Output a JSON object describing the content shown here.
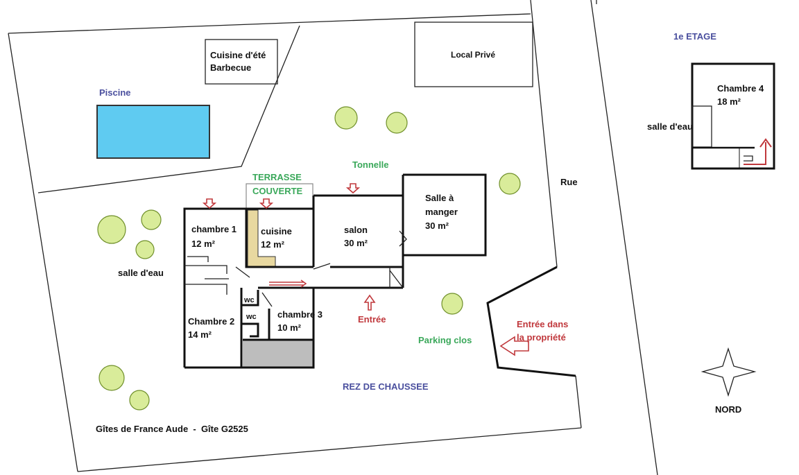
{
  "title": "Gîtes de France Aude  -  Gîte G2525",
  "levels": {
    "ground": "REZ DE CHAUSSEE",
    "first": "1e ETAGE"
  },
  "outdoor": {
    "summer_kitchen_1": "Cuisine d'été",
    "summer_kitchen_2": "Barbecue",
    "private_area": "Local Privé",
    "pool": "Piscine",
    "arbor": "Tonnelle",
    "terrace_1": "TERRASSE",
    "terrace_2": "COUVERTE",
    "street": "Rue",
    "parking": "Parking clos",
    "entrance": "Entrée",
    "property_entrance_1": "Entrée dans",
    "property_entrance_2": "la propriété",
    "north": "NORD"
  },
  "rooms": {
    "chambre1": {
      "name": "chambre 1",
      "area": "12 m²"
    },
    "cuisine": {
      "name": "cuisine",
      "area": "12 m²"
    },
    "salon": {
      "name": "salon",
      "area": "30 m²"
    },
    "salle_manger": {
      "name1": "Salle à",
      "name2": "manger",
      "area": "30 m²"
    },
    "salle_eau": {
      "name": "salle d'eau"
    },
    "wc1": {
      "name": "wc"
    },
    "wc2": {
      "name": "wc"
    },
    "chambre2": {
      "name": "Chambre 2",
      "area": "14 m²"
    },
    "chambre3": {
      "name": "chambre 3",
      "area": "10 m²"
    },
    "chambre4": {
      "name": "Chambre 4",
      "area": "18 m²"
    },
    "salle_eau_2": {
      "name": "salle d'eau"
    }
  },
  "colors": {
    "pool": "#5fcbf1",
    "kitchen": "#e8d8a0",
    "storage": "#bdbdbd",
    "label_blue": "#4a4f9e",
    "label_green": "#3aa85a",
    "label_red": "#c0383c"
  }
}
